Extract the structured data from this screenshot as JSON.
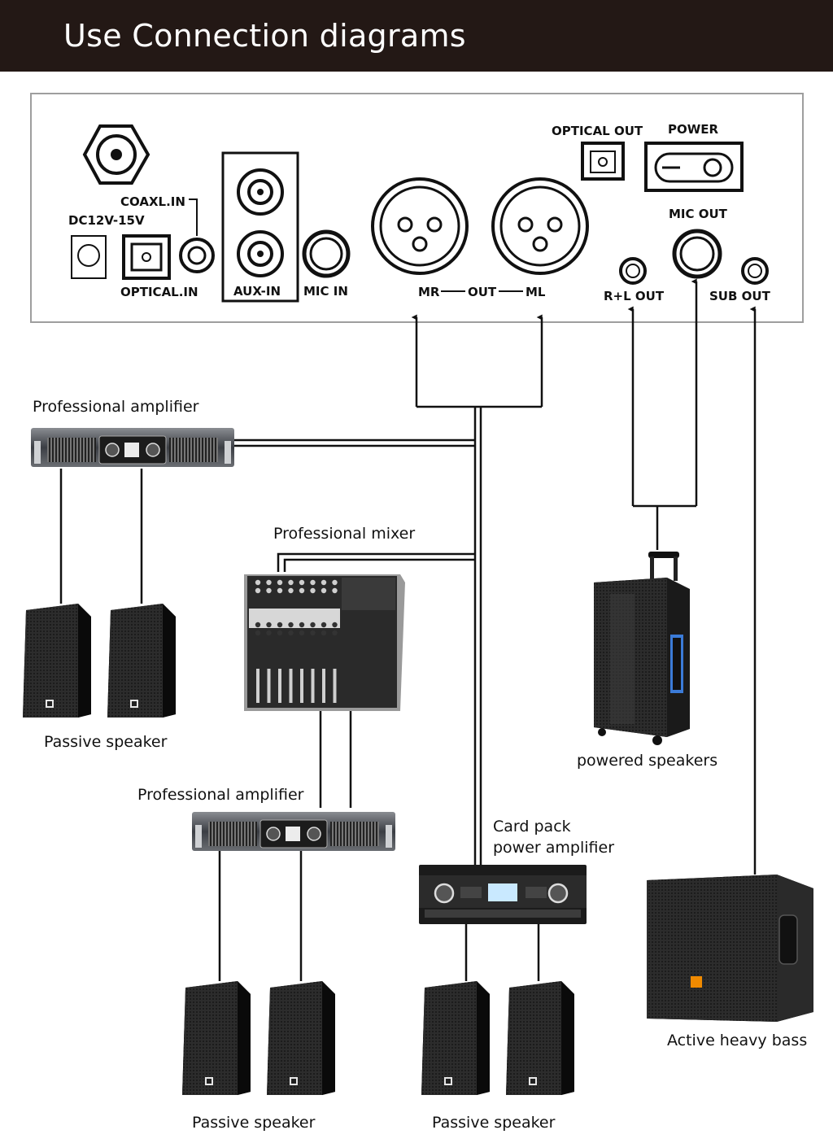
{
  "header": {
    "title": "Use Connection diagrams"
  },
  "panel": {
    "ports": {
      "coaxial_in": "COAXL.IN",
      "dc_in": "DC12V-15V",
      "optical_in": "OPTICAL.IN",
      "aux_in": "AUX-IN",
      "mic_in": "MIC IN",
      "mr": "MR",
      "out": "OUT",
      "ml": "ML",
      "optical_out": "OPTICAL OUT",
      "power": "POWER",
      "mic_out": "MIC OUT",
      "rl_out": "R+L OUT",
      "sub_out": "SUB OUT"
    }
  },
  "devices": {
    "amp_top": "Professional amplifier",
    "mixer": "Professional mixer",
    "passive_left": "Passive speaker",
    "amp_mid": "Professional amplifier",
    "card_pack_line1": "Card pack",
    "card_pack_line2": "power amplifier",
    "powered": "powered speakers",
    "passive_bottom_left": "Passive speaker",
    "passive_bottom_right": "Passive speaker",
    "subwoofer": "Active heavy bass"
  },
  "colors": {
    "header_bg": "#231815",
    "line": "#111111",
    "panel_border": "#9e9e9e"
  }
}
